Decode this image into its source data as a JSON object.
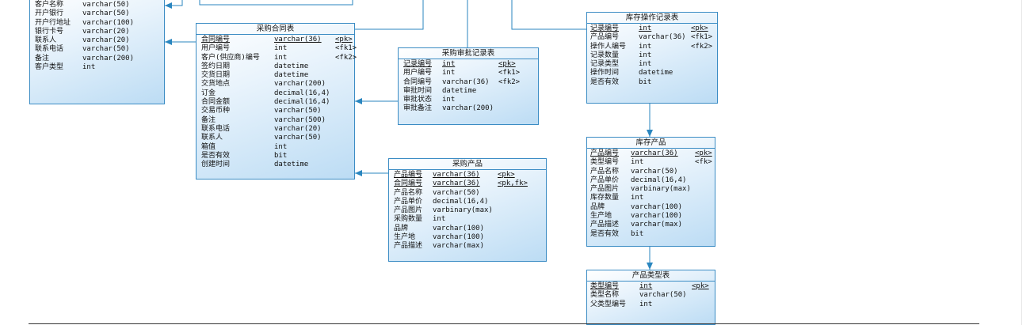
{
  "tables": [
    {
      "id": "customer_partial",
      "title": "",
      "columns": [
        {
          "name": "客户名称",
          "type": "varchar(50)",
          "key": ""
        },
        {
          "name": "开户银行",
          "type": "varchar(50)",
          "key": ""
        },
        {
          "name": "开户行地址",
          "type": "varchar(100)",
          "key": ""
        },
        {
          "name": "银行卡号",
          "type": "varchar(20)",
          "key": ""
        },
        {
          "name": "联系人",
          "type": "varchar(20)",
          "key": ""
        },
        {
          "name": "联系电话",
          "type": "varchar(50)",
          "key": ""
        },
        {
          "name": "备注",
          "type": "varchar(200)",
          "key": ""
        },
        {
          "name": "客户类型",
          "type": "int",
          "key": ""
        }
      ]
    },
    {
      "id": "purchase_contract",
      "title": "采购合同表",
      "columns": [
        {
          "name": "合同编号",
          "type": "varchar(36)",
          "key": "<pk>",
          "underline": true
        },
        {
          "name": "用户编号",
          "type": "int",
          "key": "<fk1>"
        },
        {
          "name": "客户(供应商)编号",
          "type": "int",
          "key": "<fk2>"
        },
        {
          "name": "签约日期",
          "type": "datetime",
          "key": ""
        },
        {
          "name": "交货日期",
          "type": "datetime",
          "key": ""
        },
        {
          "name": "交货地点",
          "type": "varchar(200)",
          "key": ""
        },
        {
          "name": "订金",
          "type": "decimal(16,4)",
          "key": ""
        },
        {
          "name": "合同金额",
          "type": "decimal(16,4)",
          "key": ""
        },
        {
          "name": "交易币种",
          "type": "varchar(50)",
          "key": ""
        },
        {
          "name": "备注",
          "type": "varchar(500)",
          "key": ""
        },
        {
          "name": "联系电话",
          "type": "varchar(20)",
          "key": ""
        },
        {
          "name": "联系人",
          "type": "varchar(50)",
          "key": ""
        },
        {
          "name": "箱值",
          "type": "int",
          "key": ""
        },
        {
          "name": "是否有效",
          "type": "bit",
          "key": ""
        },
        {
          "name": "创建时间",
          "type": "datetime",
          "key": ""
        }
      ]
    },
    {
      "id": "purchase_approval",
      "title": "采购审批记录表",
      "columns": [
        {
          "name": "记录编号",
          "type": "int",
          "key": "<pk>",
          "underline": true
        },
        {
          "name": "用户编号",
          "type": "int",
          "key": "<fk1>"
        },
        {
          "name": "合同编号",
          "type": "varchar(36)",
          "key": "<fk2>"
        },
        {
          "name": "审批时间",
          "type": "datetime",
          "key": ""
        },
        {
          "name": "审批状态",
          "type": "int",
          "key": ""
        },
        {
          "name": "审批备注",
          "type": "varchar(200)",
          "key": ""
        }
      ]
    },
    {
      "id": "purchase_product",
      "title": "采购产品",
      "columns": [
        {
          "name": "产品编号",
          "type": "varchar(36)",
          "key": "<pk>",
          "underline": true
        },
        {
          "name": "合同编号",
          "type": "varchar(36)",
          "key": "<pk,fk>",
          "underline": true
        },
        {
          "name": "产品名称",
          "type": "varchar(50)",
          "key": ""
        },
        {
          "name": "产品单价",
          "type": "decimal(16,4)",
          "key": ""
        },
        {
          "name": "产品图片",
          "type": "varbinary(max)",
          "key": ""
        },
        {
          "name": "采购数量",
          "type": "int",
          "key": ""
        },
        {
          "name": "品牌",
          "type": "varchar(100)",
          "key": ""
        },
        {
          "name": "生产地",
          "type": "varchar(100)",
          "key": ""
        },
        {
          "name": "产品描述",
          "type": "varchar(max)",
          "key": ""
        }
      ]
    },
    {
      "id": "inventory_log",
      "title": "库存操作记录表",
      "columns": [
        {
          "name": "记录编号",
          "type": "int",
          "key": "<pk>",
          "underline": true
        },
        {
          "name": "产品编号",
          "type": "varchar(36)",
          "key": "<fk1>"
        },
        {
          "name": "操作人编号",
          "type": "int",
          "key": "<fk2>"
        },
        {
          "name": "记录数量",
          "type": "int",
          "key": ""
        },
        {
          "name": "记录类型",
          "type": "int",
          "key": ""
        },
        {
          "name": "操作时间",
          "type": "datetime",
          "key": ""
        },
        {
          "name": "是否有效",
          "type": "bit",
          "key": ""
        }
      ]
    },
    {
      "id": "inventory_product",
      "title": "库存产品",
      "columns": [
        {
          "name": "产品编号",
          "type": "varchar(36)",
          "key": "<pk>",
          "underline": true
        },
        {
          "name": "类型编号",
          "type": "int",
          "key": "<fk>"
        },
        {
          "name": "产品名称",
          "type": "varchar(50)",
          "key": ""
        },
        {
          "name": "产品单价",
          "type": "decimal(16,4)",
          "key": ""
        },
        {
          "name": "产品图片",
          "type": "varbinary(max)",
          "key": ""
        },
        {
          "name": "库存数量",
          "type": "int",
          "key": ""
        },
        {
          "name": "品牌",
          "type": "varchar(100)",
          "key": ""
        },
        {
          "name": "生产地",
          "type": "varchar(100)",
          "key": ""
        },
        {
          "name": "产品描述",
          "type": "varchar(max)",
          "key": ""
        },
        {
          "name": "是否有效",
          "type": "bit",
          "key": ""
        }
      ]
    },
    {
      "id": "product_type",
      "title": "产品类型表",
      "columns": [
        {
          "name": "类型编号",
          "type": "int",
          "key": "<pk>",
          "underline": true
        },
        {
          "name": "类型名称",
          "type": "varchar(50)",
          "key": ""
        },
        {
          "name": "父类型编号",
          "type": "int",
          "key": ""
        }
      ]
    }
  ],
  "colors": {
    "border": "#3b8cc4",
    "link": "#2a86bf",
    "fill_top": "#ffffff",
    "fill_bottom": "#bcdcf4"
  }
}
